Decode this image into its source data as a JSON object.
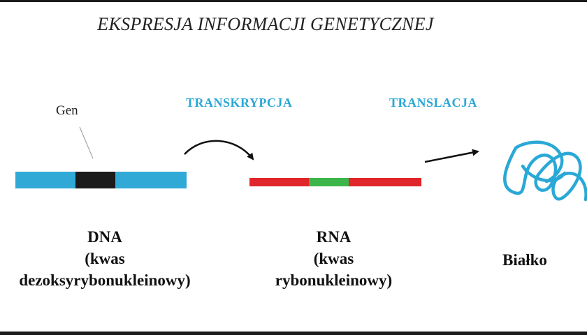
{
  "title": "EKSPRESJA INFORMACJI GENETYCZNEJ",
  "steps": {
    "transcription": "TRANSKRYPCJA",
    "translation": "TRANSLACJA"
  },
  "gene_label": "Gen",
  "dna": {
    "name": "DNA",
    "line1": "(kwas",
    "line2": "dezoksyrybonukleinowy)"
  },
  "rna": {
    "name": "RNA",
    "line1": "(kwas",
    "line2": "rybonukleinowy)"
  },
  "protein": {
    "name": "Białko"
  },
  "colors": {
    "dna_strand": "#30a9d7",
    "gene_segment": "#1b1b1b",
    "rna_strand": "#e0262a",
    "rna_coding_segment": "#3cb54a",
    "protein_chain": "#2aa8d6",
    "step_label": "#2aa8d6"
  }
}
